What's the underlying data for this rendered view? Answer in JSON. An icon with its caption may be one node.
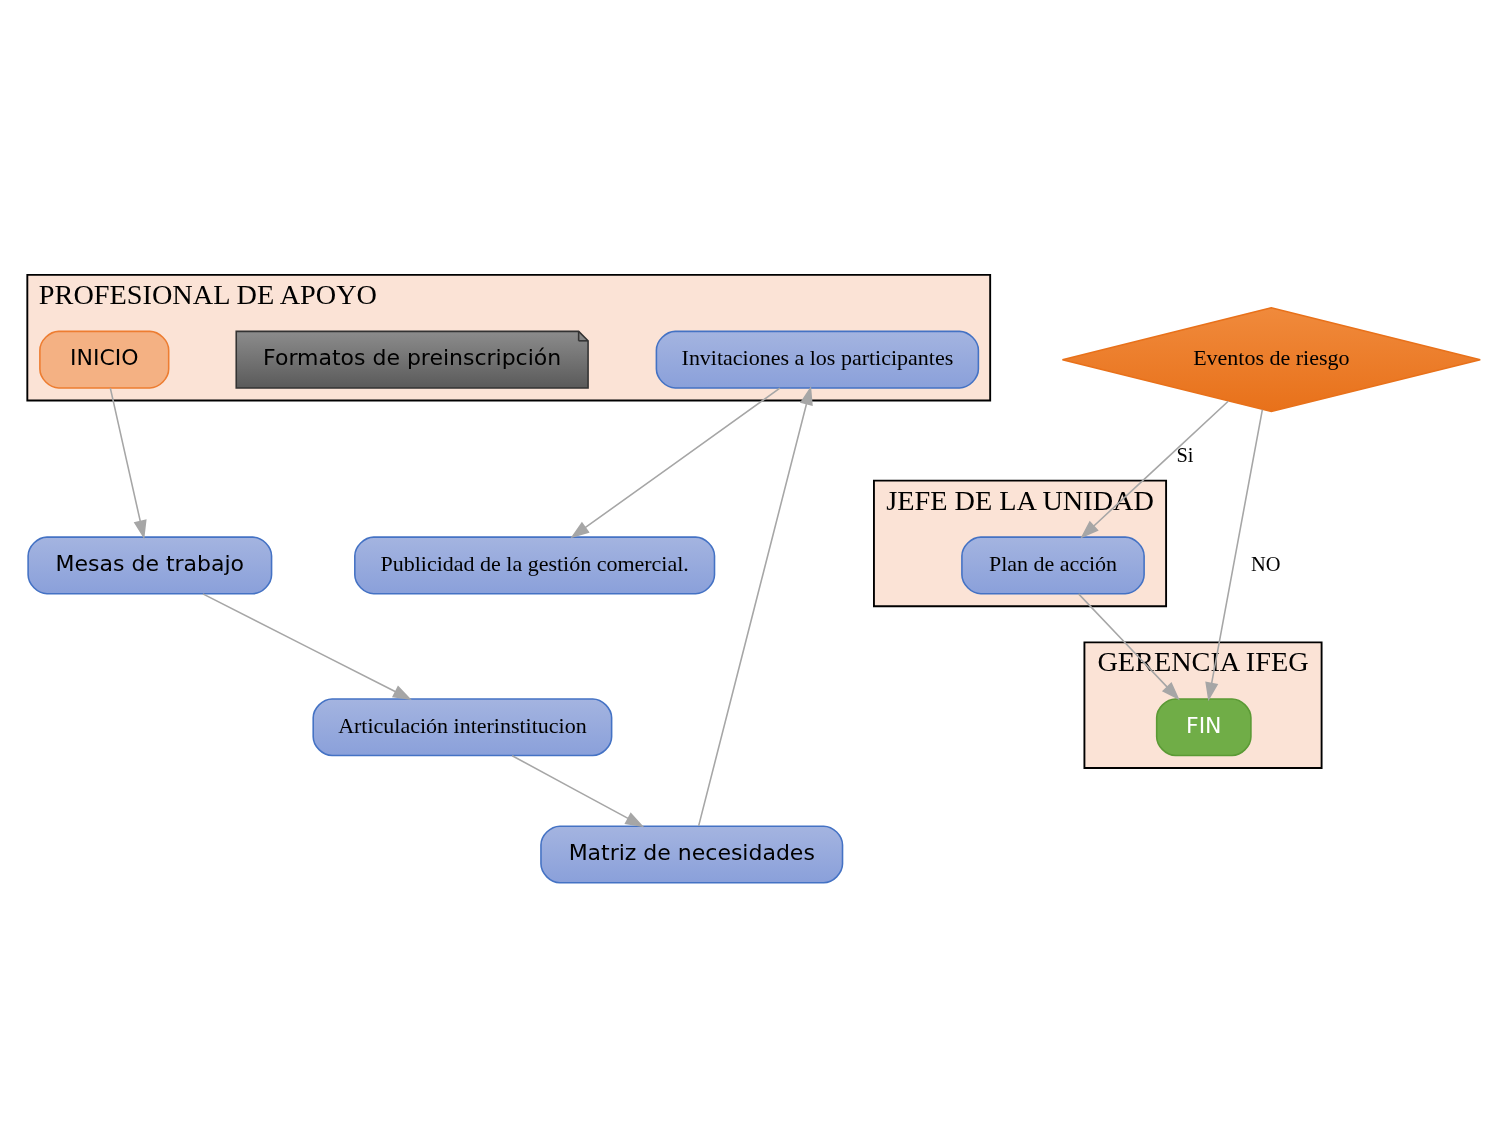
{
  "diagram": {
    "nodes": [
      {
        "text": [
          "PROFESIONAL DE APOYO"
        ]
      },
      {
        "text": [
          "JEFE DE LA UNIDAD"
        ]
      },
      {
        "text": [
          "GERENCIA IFEG"
        ]
      },
      {
        "text": [
          "INICIO"
        ],
        "in": 0
      },
      {
        "text": [
          "Mesas de trabajo"
        ]
      },
      {
        "text": [
          "Articulación interinstitucion"
        ]
      },
      {
        "text": [
          "Formatos de preinscripción"
        ],
        "in": 0
      },
      {
        "text": [
          "Matriz de necesidades"
        ]
      },
      {
        "text": [
          "Invitaciones a los participantes"
        ],
        "in": 0
      },
      {
        "text": [
          "Publicidad de la gestión comercial."
        ]
      },
      {
        "text": [
          "Eventos de riesgo"
        ]
      },
      {
        "text": [
          "Plan de acción"
        ],
        "in": 1
      },
      {
        "text": [
          "FIN"
        ],
        "in": 2
      }
    ],
    "edges": [
      {
        "from": 3,
        "to": 4,
        "arrow": "to"
      },
      {
        "from": 4,
        "to": 5,
        "arrow": "to"
      },
      {
        "from": 5,
        "to": 7,
        "arrow": "to"
      },
      {
        "from": 7,
        "to": 8,
        "arrow": "to"
      },
      {
        "from": 8,
        "to": 9,
        "arrow": "to"
      },
      {
        "from": 10,
        "to": 11,
        "label": "Si",
        "arrow": "to"
      },
      {
        "from": 10,
        "to": 12,
        "label": "NO",
        "arrow": "to"
      },
      {
        "from": 11,
        "to": 12,
        "arrow": "to"
      }
    ]
  }
}
